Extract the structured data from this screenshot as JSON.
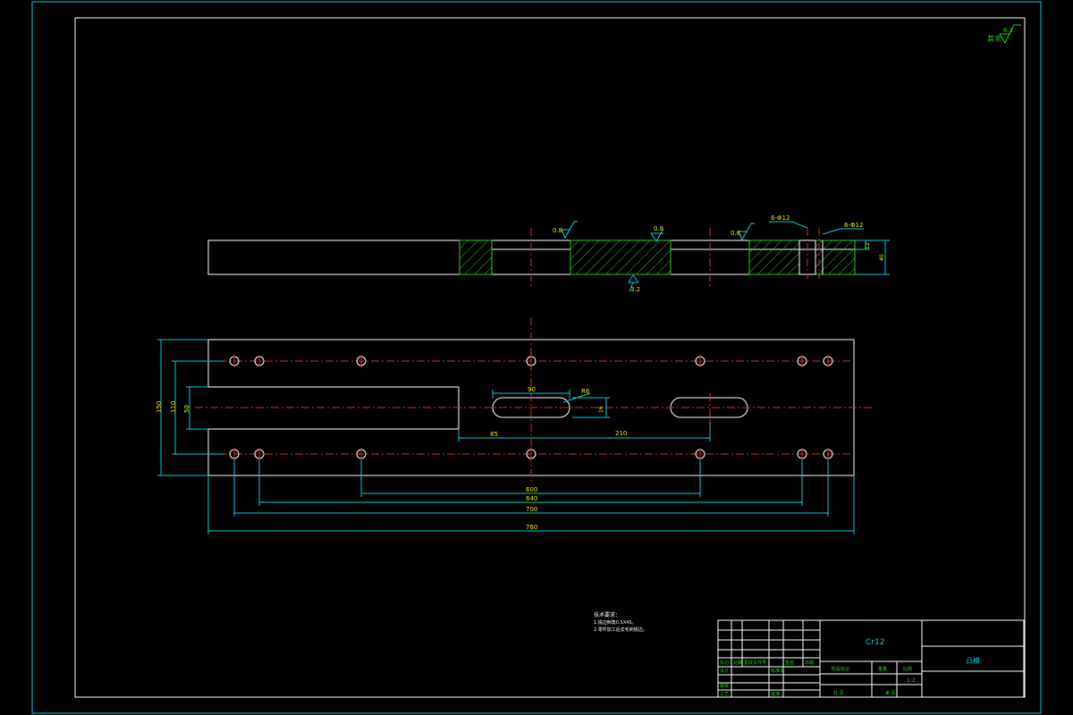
{
  "drawing": {
    "surface_symbol_general": {
      "label": "其余",
      "value": "6.3"
    },
    "section_view": {
      "roughness_a": "0.8",
      "roughness_b": "0.8",
      "roughness_c": "0.8",
      "roughness_bottom": "3.2",
      "hole_callout_left": "6-Φ12",
      "hole_callout_right": "6-Φ12",
      "dim_thickness_a": "12",
      "dim_thickness_b": "40"
    },
    "plan_view": {
      "dim_height_total": "150",
      "dim_height_holes": "110",
      "dim_slot_width": "50",
      "dim_slot_len": "90",
      "dim_slot_radius": "R6",
      "dim_slot_height": "16",
      "dim_offset_85": "85",
      "dim_pitch_210": "210",
      "dim_600": "600",
      "dim_640": "640",
      "dim_700": "700",
      "dim_760": "760"
    },
    "notes": {
      "heading": "技术要求：",
      "line1": "1.锐边倒角0.5X45。",
      "line2": "2.零件加工后去毛刺锐边。"
    },
    "title_block": {
      "material": "Cr12",
      "part_name": "凸模",
      "scale": "1:2",
      "col_labels": [
        "标记",
        "处数",
        "更改文件号",
        "签名",
        "日期"
      ],
      "row_designer": "设计",
      "row_standard": "标准化",
      "row_review": "审核",
      "row_process": "工艺",
      "row_approve": "批准",
      "stage_label": "阶段标记",
      "weight_label": "重量",
      "scale_label": "比例",
      "sheets_total": "共  页",
      "sheet_no": "第  页"
    }
  }
}
